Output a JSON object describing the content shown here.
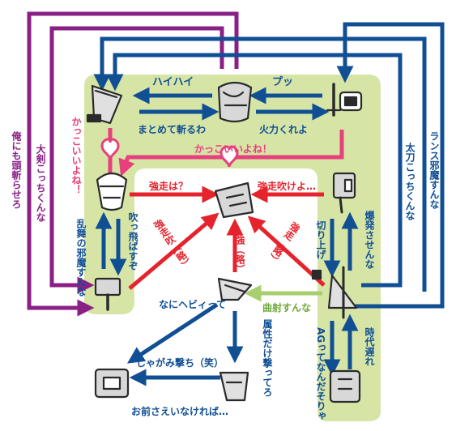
{
  "colors": {
    "blue": "#114f95",
    "red": "#e5232d",
    "purple": "#8a1f86",
    "pink": "#e8407d",
    "green_bg": "#d6e5a6",
    "light_green": "#a8cf6f"
  },
  "weapons": {
    "great_sword": "great-sword-icon",
    "hunting_horn": "hunting-horn-icon",
    "sword_and_shield": "sword-and-shield-icon",
    "dual_blades": "dual-blades-icon",
    "hammer": "hammer-icon",
    "gunlance": "gunlance-icon",
    "lance": "lance-icon",
    "switch_axe": "switch-axe-icon",
    "charge_blade": "charge-blade-icon",
    "insect_glaive": "insect-glaive-icon",
    "bow": "bow-icon",
    "heavy_bowgun": "heavy-bowgun-icon",
    "light_bowgun": "light-bowgun-icon",
    "long_sword": "long-sword-icon"
  },
  "labels": {
    "haihai": "ハイハイ",
    "puh": "プッ",
    "matomete": "まとめて斬るわ",
    "karyoku": "火力くれよ",
    "kakkoii_horiz": "かっこいいよね！",
    "kakkoii_vert": "かっこいいよね！",
    "kyousou_wa": "強走は？",
    "kyousou_fuki": "強走吹けよ…",
    "fukki_tobasu": "吹っ飛ばすぞ",
    "ranbu": "乱舞の邪魔すんな",
    "kyousou_ryaku_left": "強走吹（略）",
    "kyou_ryaku": "強（略）",
    "kyousou_ryaku_right": "強走（略）",
    "kiriage": "切り上げ",
    "bakuhatsu": "爆発させんな",
    "kyokusha": "曲射すんな",
    "nani_heavy": "なにヘビィって",
    "zokusei": "属性だけ撃ってろ",
    "shagami": "しゃがみ撃ち（笑）",
    "omae": "お前さえいなければ…",
    "ag": "AGってなんだそりゃ",
    "jidai": "時代遅れ",
    "daiken": "大剣こっちくんな",
    "ore_mo": "俺にも頭斬らせろ",
    "tachi": "太刀こっちくんな",
    "lance_jama": "ランス邪魔すんな"
  }
}
